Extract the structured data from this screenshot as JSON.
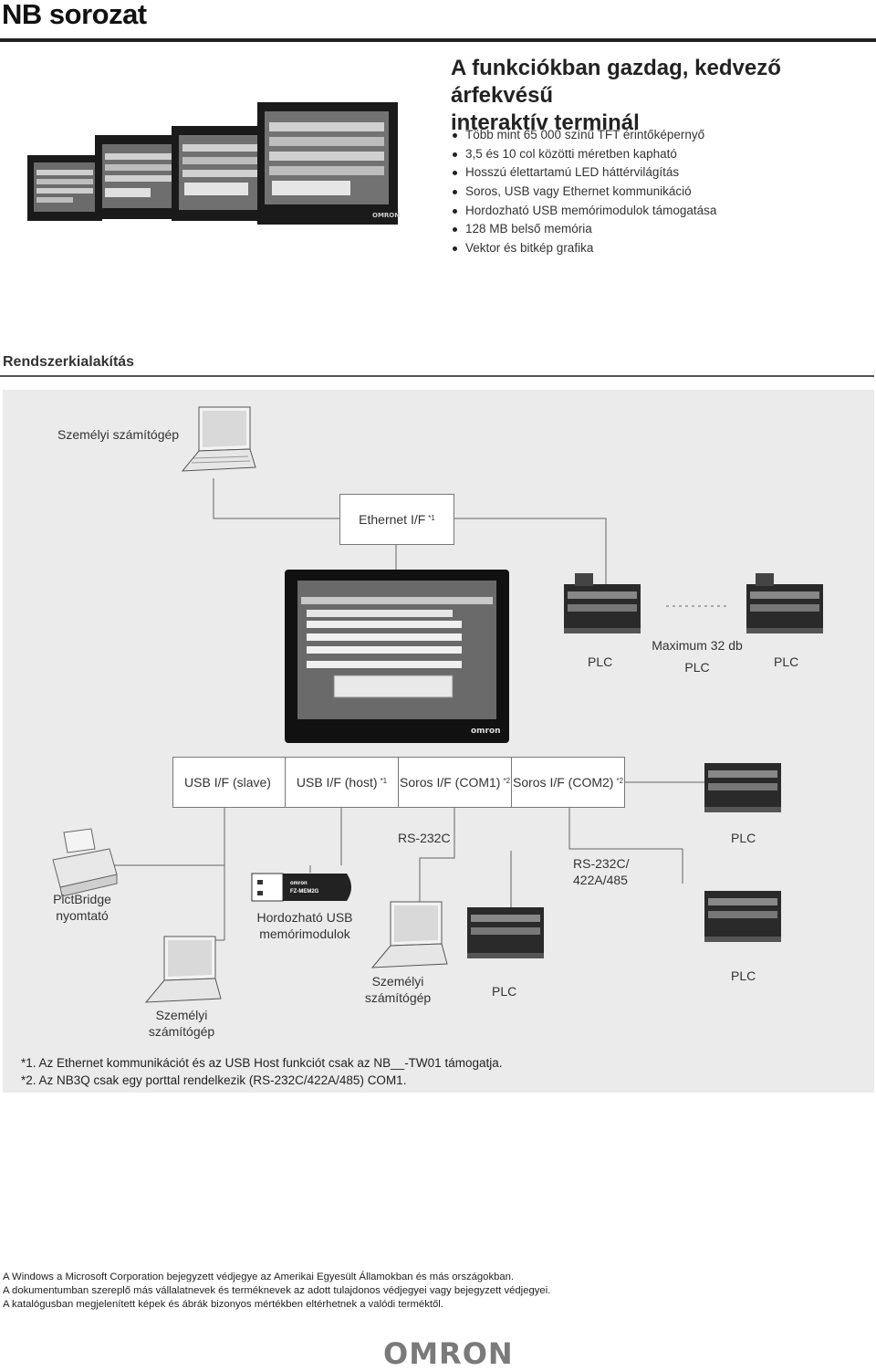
{
  "header": {
    "series_title": "NB sorozat"
  },
  "intro": {
    "headline_line1": "A funkciókban gazdag, kedvező árfekvésű",
    "headline_line2": "interaktív terminál",
    "features": [
      "Több mint 65 000 színű TFT érintőképernyő",
      "3,5 és 10 col közötti méretben kapható",
      "Hosszú élettartamú LED háttérvilágítás",
      "Soros, USB vagy Ethernet kommunikáció",
      "Hordozható USB memórimodulok támogatása",
      "128 MB belső memória",
      "Vektor és bitkép grafika"
    ]
  },
  "section": {
    "title": "Rendszerkialakítás"
  },
  "diagram": {
    "top_pc_label": "Személyi számítógép",
    "ethernet_label": "Ethernet I/F",
    "ethernet_note": "*1",
    "plc_max_line1": "Maximum 32 db",
    "plc_label": "PLC",
    "interfaces": [
      {
        "label": "USB I/F (slave)",
        "note": ""
      },
      {
        "label": "USB I/F (host)",
        "note": "*1"
      },
      {
        "label": "Soros I/F (COM1)",
        "note": "*2"
      },
      {
        "label": "Soros I/F (COM2)",
        "note": "*2"
      }
    ],
    "rs232c_label": "RS-232C",
    "rs485_line1": "RS-232C/",
    "rs485_line2": "422A/485",
    "printer_line1": "PictBridge",
    "printer_line2": "nyomtató",
    "usb_line1": "Hordozható USB",
    "usb_line2": "memórimodulok",
    "usb_stick_brand": "omron",
    "usb_stick_model": "FZ-MEM2G",
    "pc_line1": "Személyi",
    "pc_line2": "számítógép",
    "screen_brand": "omron"
  },
  "notes": [
    "*1. Az Ethernet kommunikációt és az USB Host funkciót csak az NB__-TW01 támogatja.",
    "*2. Az NB3Q csak egy porttal rendelkezik (RS-232C/422A/485) COM1."
  ],
  "legal": [
    "A Windows a Microsoft Corporation bejegyzett védjegye az Amerikai Egyesült Államokban és más országokban.",
    "A dokumentumban szereplő más vállalatnevek és terméknevek az adott tulajdonos védjegyei vagy bejegyzett védjegyei.",
    "A katalógusban megjelenített képek és ábrák bizonyos mértékben eltérhetnek a valódi terméktől."
  ],
  "footer": {
    "logo": "omron"
  }
}
